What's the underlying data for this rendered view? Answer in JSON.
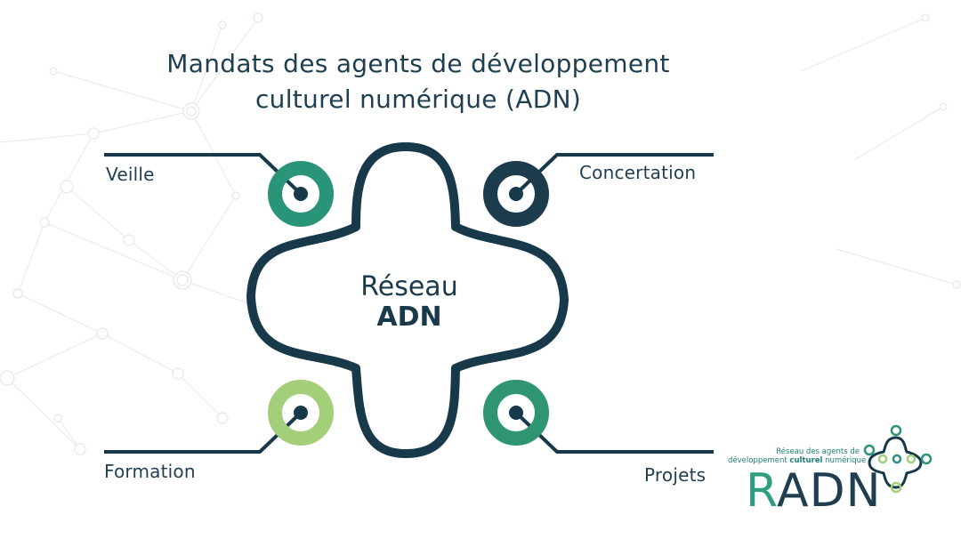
{
  "title": {
    "line1": "Mandats des agents de développement",
    "line2": "culturel numérique (ADN)"
  },
  "center": {
    "line1": "Réseau",
    "line2": "ADN"
  },
  "mandates": {
    "veille": {
      "label": "Veille",
      "color": "#2a9478"
    },
    "concertation": {
      "label": "Concertation",
      "color": "#1c3b4d"
    },
    "formation": {
      "label": "Formation",
      "color": "#a3cf7b"
    },
    "projets": {
      "label": "Projets",
      "color": "#2f9470"
    }
  },
  "logo": {
    "tagline_line1": "Réseau des agents de",
    "tagline_line2_a": "développement ",
    "tagline_line2_b": "culturel",
    "tagline_line2_c": " numérique",
    "word_first": "R",
    "word_rest": "ADN"
  },
  "colors": {
    "navy": "#17394a",
    "green": "#2a9478",
    "light_green": "#a3cf7b"
  }
}
